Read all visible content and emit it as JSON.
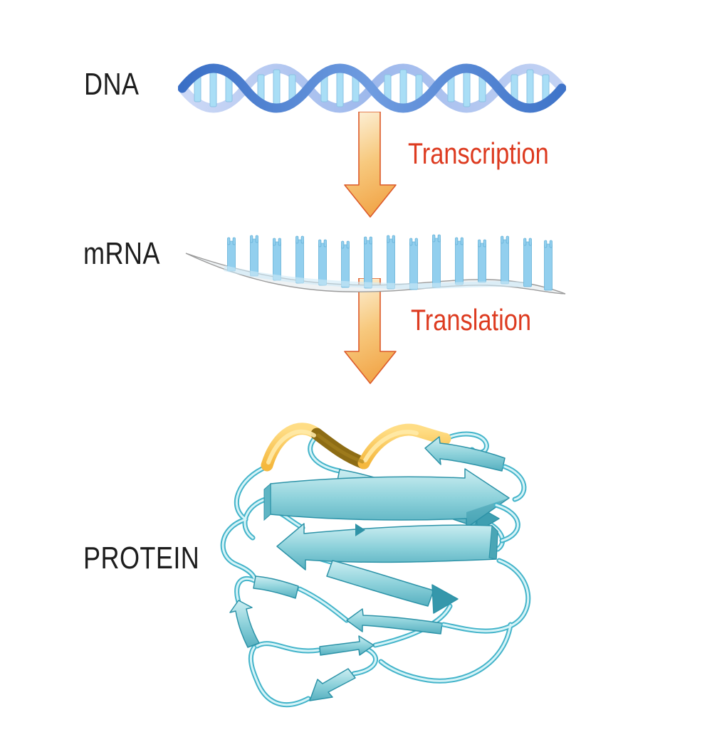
{
  "labels": {
    "dna": "DNA",
    "mrna": "mRNA",
    "protein": "PROTEIN"
  },
  "processes": {
    "transcription": "Transcription",
    "translation": "Translation"
  },
  "icons": {
    "dna_illustration": "dna-double-helix",
    "mrna_illustration": "mrna-strand-with-nucleotides",
    "protein_illustration": "protein-ribbon-structure",
    "transcription_arrow": "down-arrow",
    "translation_arrow": "down-arrow"
  },
  "colors": {
    "background": "#ffffff",
    "label_text": "#1d1d1d",
    "process_text": "#dd3b20",
    "arrow_fill_light": "#fdf4e0",
    "arrow_fill_dark": "#f2a94e",
    "arrow_outline": "#dc5a2a",
    "dna_strand_front": "#3f74c9",
    "dna_strand_back": "#b9cdf2",
    "base_pair": "#a9def6",
    "mrna_nucleotide": "#92cfee",
    "mrna_backbone": "#9b9b9b",
    "protein_sheet": "#8ed2db",
    "protein_loop": "#44b4ca",
    "protein_helix": "#fbc95a",
    "protein_helix_dark": "#8d6c14"
  }
}
